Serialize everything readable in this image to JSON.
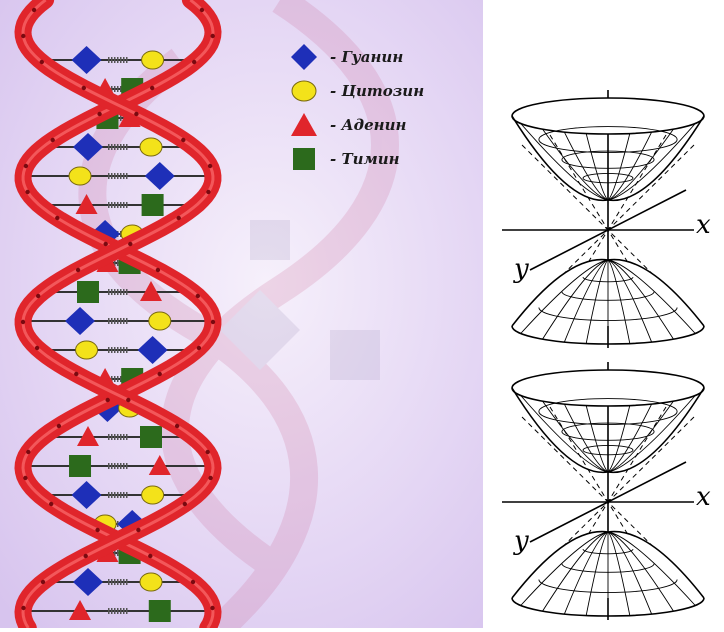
{
  "legend": [
    {
      "symbol": "diamond",
      "color": "#1e2fb8",
      "label": "- Гуанин"
    },
    {
      "symbol": "circle",
      "color": "#f3e21a",
      "label": "- Цитозин"
    },
    {
      "symbol": "triangle",
      "color": "#e0252b",
      "label": "- Аденин"
    },
    {
      "symbol": "square",
      "color": "#2c6a1c",
      "label": "- Тимин"
    }
  ],
  "figures": [
    {
      "x_label": "x",
      "y_label": "y"
    },
    {
      "x_label": "x",
      "y_label": "y"
    }
  ],
  "colors": {
    "background": "#e9def6",
    "strand": "#e0252b",
    "guanine": "#1e2fb8",
    "cytosine": "#f3e21a",
    "adenine": "#e0252b",
    "thymine": "#2c6a1c"
  }
}
